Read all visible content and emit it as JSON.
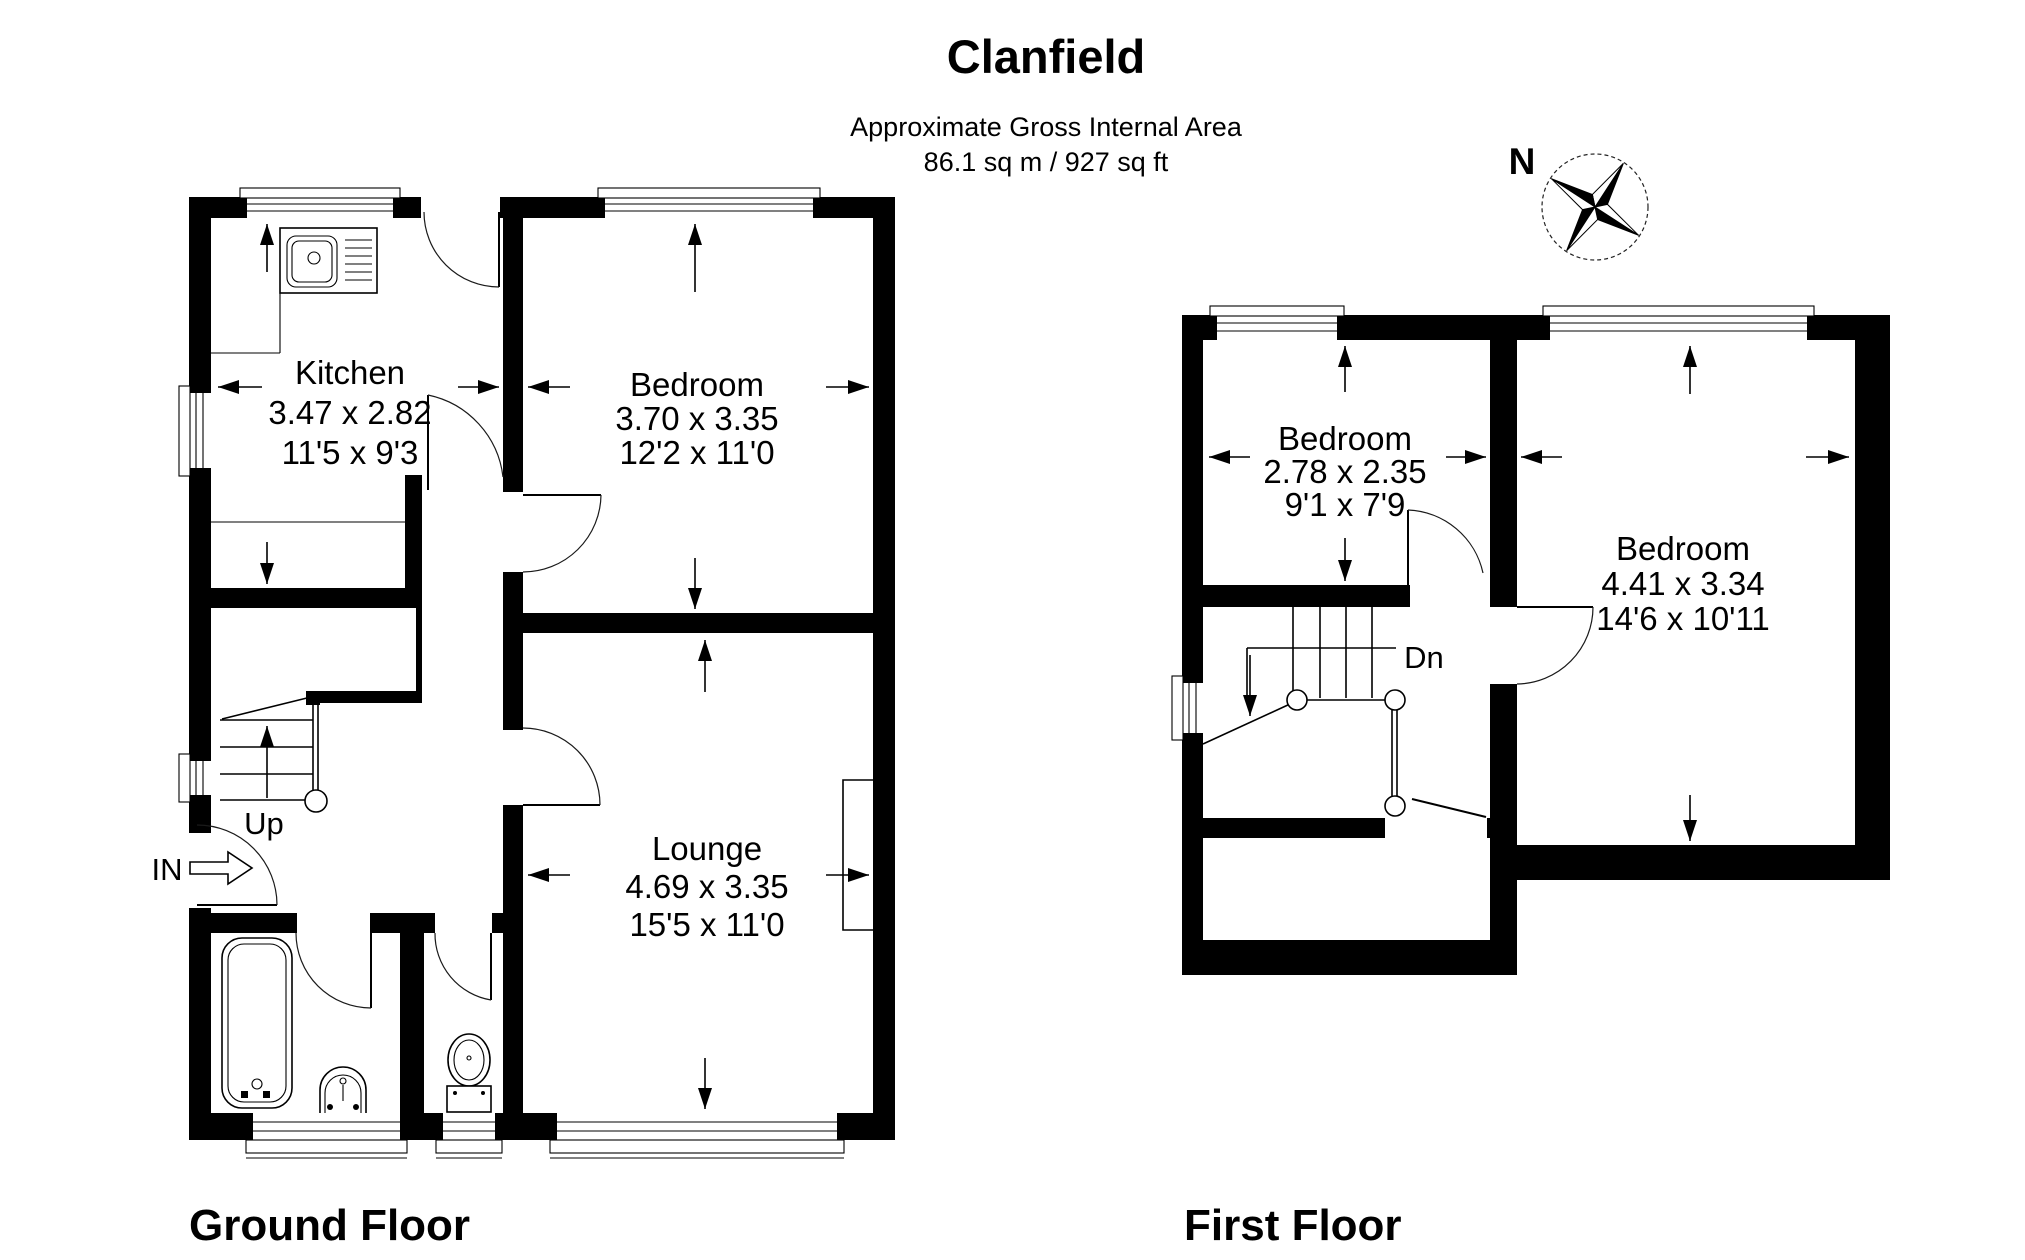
{
  "title": {
    "name": "Clanfield",
    "subtitle": "Approximate Gross Internal Area",
    "area": "86.1 sq m / 927 sq ft"
  },
  "compass": {
    "north_label": "N"
  },
  "floors": {
    "ground": {
      "label": "Ground Floor",
      "stairs_label": "Up",
      "entrance_label": "IN",
      "rooms": [
        {
          "name": "Kitchen",
          "metric": "3.47 x 2.82",
          "imperial": "11'5 x 9'3"
        },
        {
          "name": "Bedroom",
          "metric": "3.70 x 3.35",
          "imperial": "12'2 x 11'0"
        },
        {
          "name": "Lounge",
          "metric": "4.69 x 3.35",
          "imperial": "15'5 x 11'0"
        }
      ]
    },
    "first": {
      "label": "First Floor",
      "stairs_label": "Dn",
      "rooms": [
        {
          "name": "Bedroom",
          "metric": "2.78 x 2.35",
          "imperial": "9'1 x 7'9"
        },
        {
          "name": "Bedroom",
          "metric": "4.41 x 3.34",
          "imperial": "14'6 x 10'11"
        }
      ]
    }
  }
}
